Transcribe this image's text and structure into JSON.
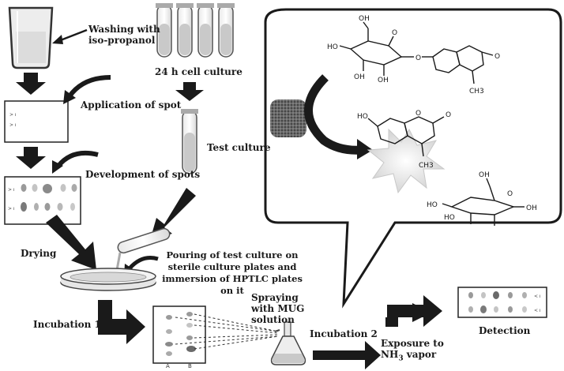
{
  "labels": {
    "washing": "Washing with iso-propanol",
    "cell_culture": "24 h cell culture",
    "application": "Application of spot",
    "test_culture": "Test culture",
    "development": "Development of spots",
    "drying": "Drying",
    "pouring": "Pouring of test culture on sterile culture plates and immersion of HPTLC plates on it",
    "spraying": "Spraying with MUG solution",
    "incubation1": "Incubation 1",
    "incubation2": "Incubation 2",
    "exposure_prefix": "Exposure to NH",
    "exposure_sub": "3",
    "exposure_suffix": " vapor",
    "detection": "Detection"
  },
  "plate_marks": {
    "a": "A",
    "b": "B"
  },
  "chem_labels": {
    "oh": "OH",
    "ho": "HO",
    "o": "O",
    "ch3": "CH3"
  },
  "colors": {
    "arrow": "#1a1a1a",
    "tube_liquid": "#c9c9c9",
    "spot_dark": "#8a8a8a",
    "spot_light": "#c4c4c4"
  }
}
